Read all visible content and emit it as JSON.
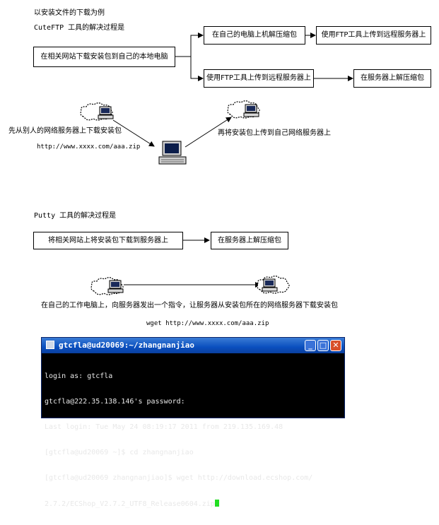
{
  "section1": {
    "heading": "以安装文件的下载为例",
    "subheading": "CuteFTP 工具的解决过程是",
    "box_download_local": "在相关网站下载安装包到自己的本地电脑",
    "box_unzip_local": "在自己的电脑上机解压缩包",
    "box_upload_after_unzip": "使用FTP工具上传到远程服务器上",
    "box_upload": "使用FTP工具上传到远程服务器上",
    "box_unzip_server": "在服务器上解压缩包",
    "caption_left": "先从别人的网络服务器上下载安装包",
    "caption_url": "http://www.xxxx.com/aaa.zip",
    "caption_right": "再将安装包上传到自己网络服务器上"
  },
  "section2": {
    "heading": "Putty 工具的解决过程是",
    "box_server_download": "将相关网站上将安装包下载到服务器上",
    "box_unzip_server": "在服务器上解压缩包",
    "caption": "在自己的工作电脑上，向服务器发出一个指令，让服务器从安装包所在的网络服务器下载安装包",
    "command": "wget http://www.xxxx.com/aaa.zip"
  },
  "terminal": {
    "title": "gtcfla@ud20069:~/zhangnanjiao",
    "lines": [
      "login as: gtcfla",
      "gtcfla@222.35.138.146's password:",
      "Last login: Tue May 24 08:19:17 2011 from 219.135.169.48",
      "[gtcfla@ud20069 ~]$ cd zhangnanjiao",
      "[gtcfla@ud20069 zhangnanjiao]$ wget http://download.ecshop.com/",
      "2.7.2/ECShop_V2.7.2_UTF8_Release0604.zip"
    ],
    "min_glyph": "_",
    "max_glyph": "□",
    "close_glyph": "✕"
  },
  "colors": {
    "terminal_bg": "#000000",
    "titlebar": "#0a4fbf",
    "close_button": "#d8502a",
    "cursor": "#22dd22"
  },
  "icons": [
    "cloud-icon",
    "computer-icon",
    "arrow-icon"
  ]
}
